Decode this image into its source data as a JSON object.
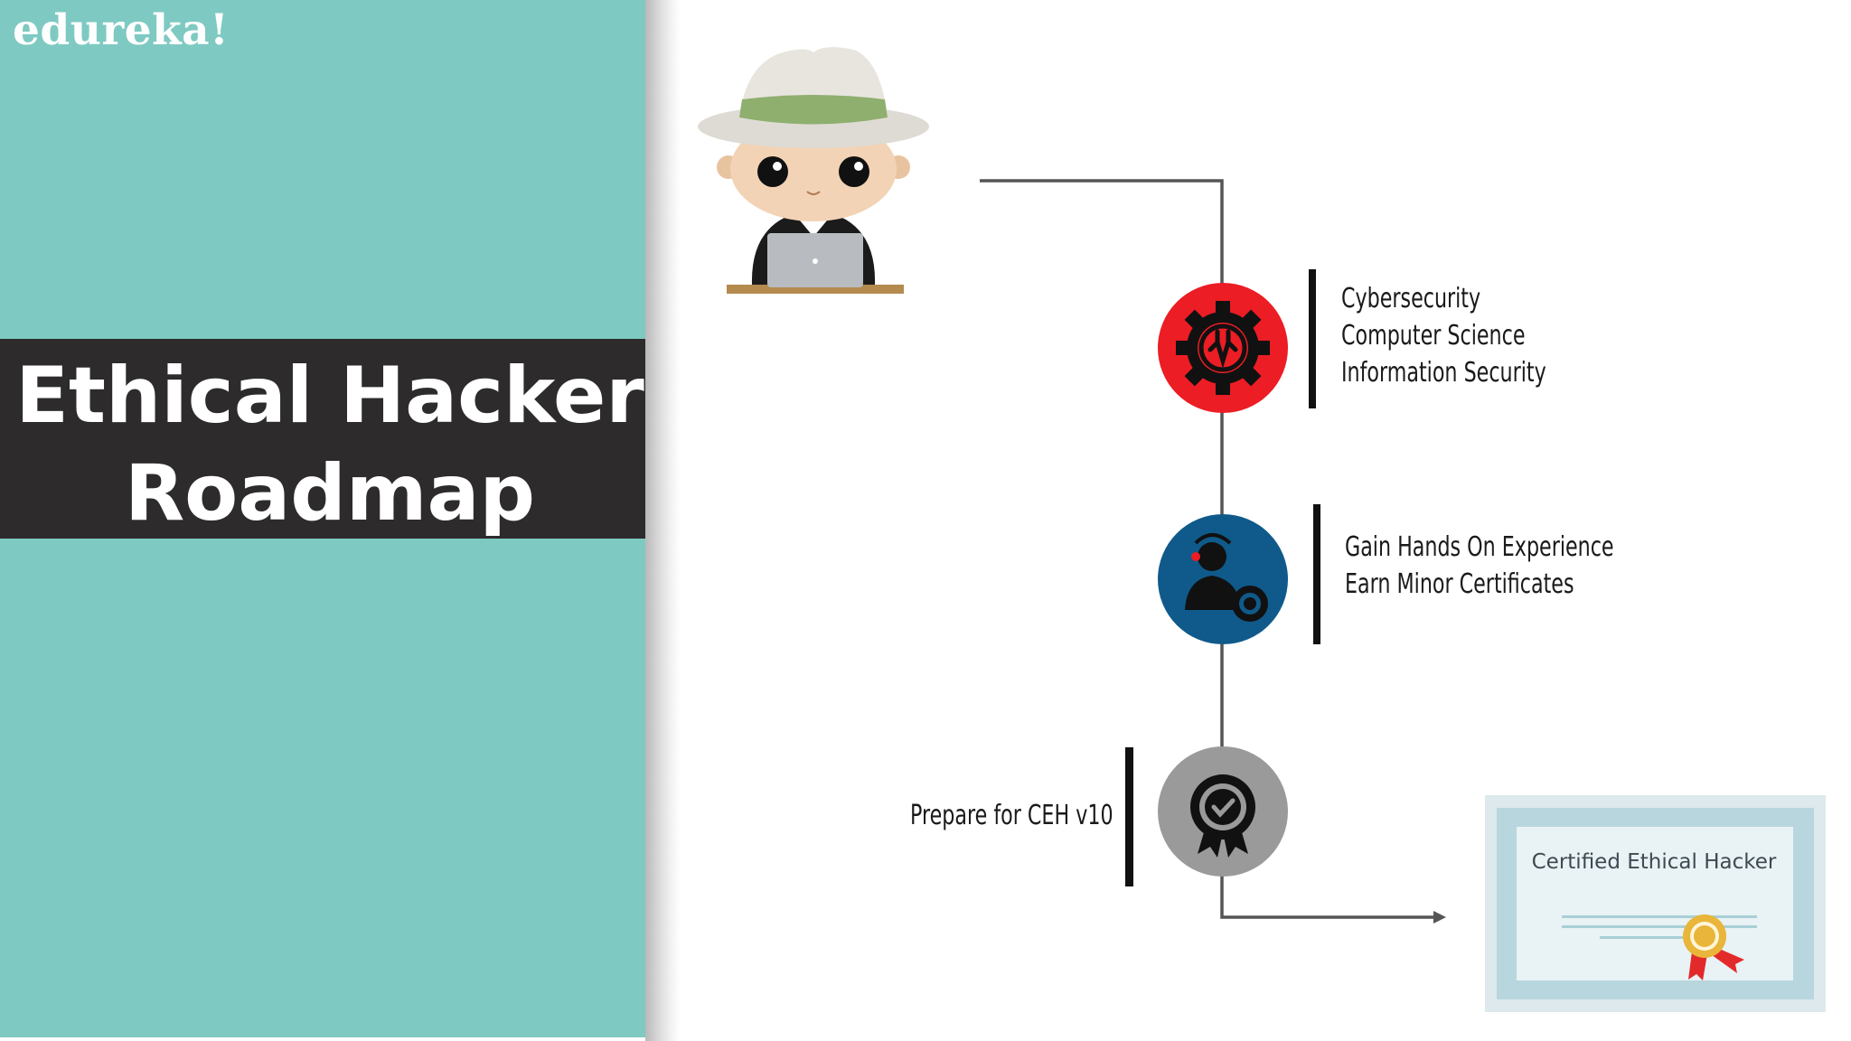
{
  "brand": {
    "logo": "edureka!"
  },
  "title": "Ethical Hacker\nRoadmap",
  "steps": [
    {
      "icon": "gear-wrench-icon",
      "color": "#ec1d24",
      "lines": [
        "Cybersecurity",
        "Computer Science",
        "Information Security"
      ]
    },
    {
      "icon": "support-agent-gear-icon",
      "color": "#0f5a8a",
      "lines": [
        "Gain Hands On Experience",
        "Earn Minor Certificates"
      ]
    },
    {
      "icon": "certificate-badge-icon",
      "color": "#9b9a9b",
      "lines": [
        "Prepare for CEH v10"
      ]
    }
  ],
  "certificate": {
    "title": "Certified Ethical Hacker"
  },
  "colors": {
    "panel": "#7ecac2",
    "band": "#2d2b2c",
    "connector": "#555555"
  }
}
